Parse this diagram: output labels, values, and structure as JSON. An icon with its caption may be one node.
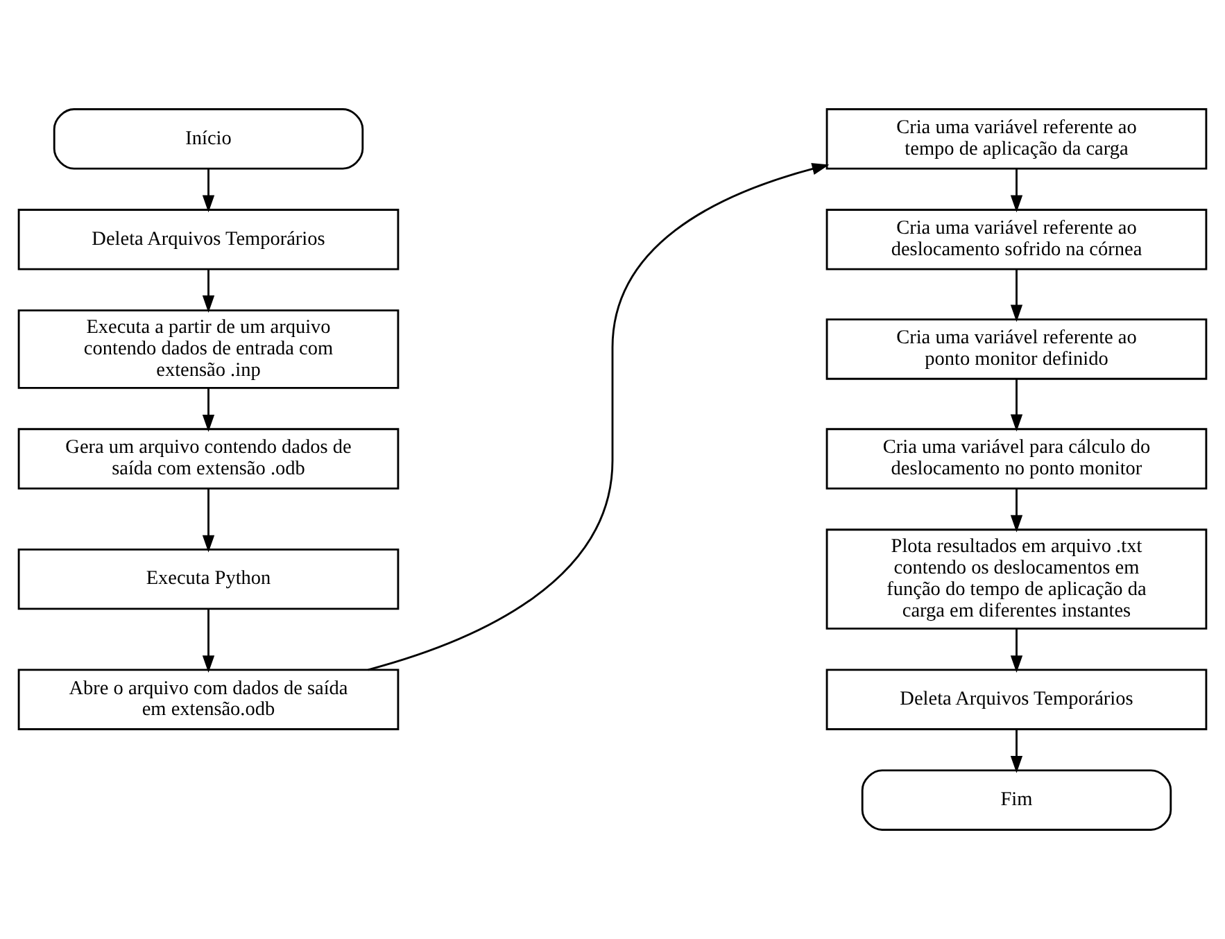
{
  "diagram": {
    "nodes": [
      {
        "text": [
          "Início"
        ]
      },
      {
        "text": [
          "Deleta Arquivos Temporários"
        ]
      },
      {
        "text": [
          "Executa a partir de um arquivo contendo dados de entrada com extensão .inp"
        ]
      },
      {
        "text": [
          "Gera um arquivo contendo dados de saída com extensão .odb"
        ]
      },
      {
        "text": [
          "Executa Python"
        ]
      },
      {
        "text": [
          "Abre o arquivo com dados de saída em extensão.odb"
        ]
      },
      {
        "text": [
          "Cria uma variável referente ao tempo de aplicação da carga"
        ]
      },
      {
        "text": [
          "Cria uma variável referente ao deslocamento sofrido na córnea"
        ]
      },
      {
        "text": [
          "Cria uma variável referente ao ponto monitor definido"
        ]
      },
      {
        "text": [
          "Cria uma variável para cálculo do deslocamento no ponto monitor"
        ]
      },
      {
        "text": [
          "Plota resultados em arquivo .txt contendo os deslocamentos em função do tempo de aplicação da carga em diferentes instantes"
        ]
      },
      {
        "text": [
          "Deleta Arquivos Temporários"
        ]
      },
      {
        "text": [
          "Fim"
        ]
      }
    ],
    "edges": [
      {
        "from": 0,
        "to": 1,
        "arrow": "to"
      },
      {
        "from": 1,
        "to": 2,
        "arrow": "to"
      },
      {
        "from": 2,
        "to": 3,
        "arrow": "to"
      },
      {
        "from": 3,
        "to": 4,
        "arrow": "to"
      },
      {
        "from": 4,
        "to": 5,
        "arrow": "to"
      },
      {
        "from": 5,
        "to": 6,
        "arrow": "to"
      },
      {
        "from": 6,
        "to": 7,
        "arrow": "to"
      },
      {
        "from": 7,
        "to": 8,
        "arrow": "to"
      },
      {
        "from": 8,
        "to": 9,
        "arrow": "to"
      },
      {
        "from": 9,
        "to": 10,
        "arrow": "to"
      },
      {
        "from": 10,
        "to": 11,
        "arrow": "to"
      },
      {
        "from": 11,
        "to": 12,
        "arrow": "to"
      }
    ]
  }
}
